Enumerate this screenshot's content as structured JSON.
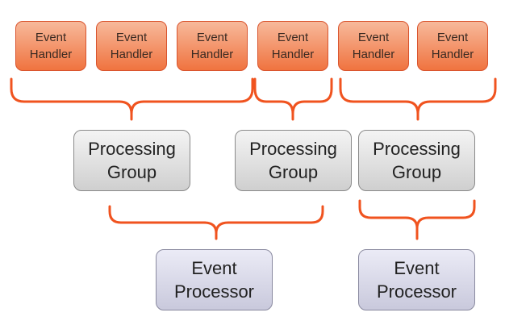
{
  "colors": {
    "bracket": "#f0531f",
    "handler_fill": "#f0733f",
    "group_fill": "#d9d9d9",
    "processor_fill": "#d4d4e6"
  },
  "handlers": [
    {
      "line1": "Event",
      "line2": "Handler"
    },
    {
      "line1": "Event",
      "line2": "Handler"
    },
    {
      "line1": "Event",
      "line2": "Handler"
    },
    {
      "line1": "Event",
      "line2": "Handler"
    },
    {
      "line1": "Event",
      "line2": "Handler"
    },
    {
      "line1": "Event",
      "line2": "Handler"
    }
  ],
  "groups": [
    {
      "line1": "Processing",
      "line2": "Group"
    },
    {
      "line1": "Processing",
      "line2": "Group"
    },
    {
      "line1": "Processing",
      "line2": "Group"
    }
  ],
  "processors": [
    {
      "line1": "Event",
      "line2": "Processor"
    },
    {
      "line1": "Event",
      "line2": "Processor"
    }
  ]
}
